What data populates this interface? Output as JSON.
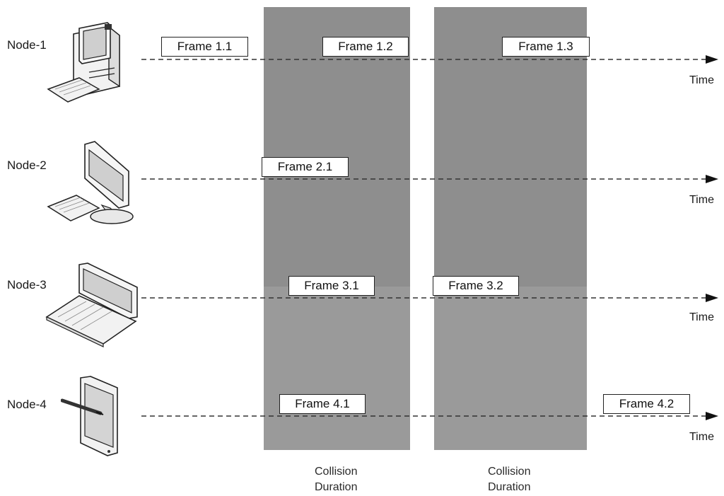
{
  "nodes": [
    {
      "label": "Node-1",
      "icon": "desktop-tower-icon",
      "frames": [
        "Frame 1.1",
        "Frame 1.2",
        "Frame 1.3"
      ]
    },
    {
      "label": "Node-2",
      "icon": "monitor-icon",
      "frames": [
        "Frame 2.1"
      ]
    },
    {
      "label": "Node-3",
      "icon": "laptop-icon",
      "frames": [
        "Frame 3.1",
        "Frame 3.2"
      ]
    },
    {
      "label": "Node-4",
      "icon": "tablet-icon",
      "frames": [
        "Frame 4.1",
        "Frame 4.2"
      ]
    }
  ],
  "time_label": "Time",
  "collision_zones": [
    {
      "label_line1": "Collision",
      "label_line2": "Duration"
    },
    {
      "label_line1": "Collision",
      "label_line2": "Duration"
    }
  ],
  "colors": {
    "collision_band": "#8e8e8e",
    "frame_border": "#222222",
    "timeline": "#333333"
  }
}
